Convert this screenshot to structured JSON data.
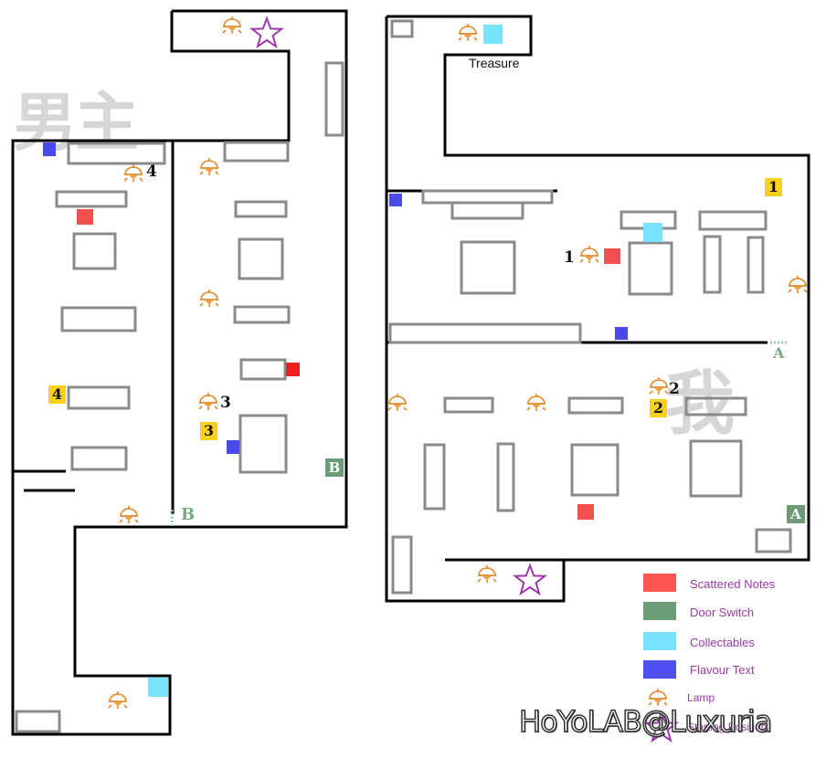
{
  "watermarks": {
    "left_room": "男主",
    "right_room": "我"
  },
  "labels": {
    "treasure": "Treasure",
    "credit": "HoYoLAB@Luxuria"
  },
  "numbers": {
    "n1": "1",
    "n2": "2",
    "n3": "3",
    "n4": "4",
    "b1": "1",
    "b2": "2",
    "b3": "3",
    "b4": "4"
  },
  "doors": {
    "a": "A",
    "b": "B"
  },
  "legend": [
    {
      "label": "Scattered Notes",
      "color": "#ff5555"
    },
    {
      "label": "Door Switch",
      "color": "#6b9b77"
    },
    {
      "label": "Collectables",
      "color": "#77e3ff"
    },
    {
      "label": "Flavour Text",
      "color": "#5050f0"
    },
    {
      "label": "Lamp",
      "icon": "lamp-icon"
    },
    {
      "label": "Starting Position",
      "icon": "star-icon"
    }
  ],
  "colors": {
    "notes": "#f05050",
    "switch": "#6b9b77",
    "collectable": "#77e3ff",
    "flavour": "#4a4ae8",
    "lamp": "#e08a2c",
    "star": "#9b3aa8",
    "number_badge": "#f8d21a"
  }
}
